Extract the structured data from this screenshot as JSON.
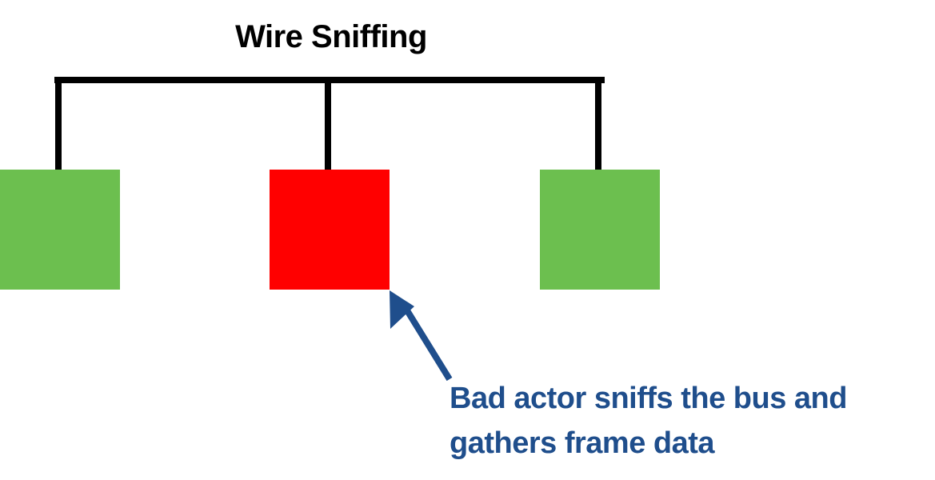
{
  "title": "Wire Sniffing",
  "nodes": [
    {
      "id": "node-left",
      "role": "legitimate",
      "color": "#6cbf4f"
    },
    {
      "id": "node-middle",
      "role": "bad-actor",
      "color": "#ff0000"
    },
    {
      "id": "node-right",
      "role": "legitimate",
      "color": "#6cbf4f"
    }
  ],
  "bus_color": "#000000",
  "annotation": {
    "line1": "Bad actor sniffs the bus and",
    "line2": "gathers frame data",
    "color": "#1f4e8c",
    "points_to": "node-middle"
  }
}
